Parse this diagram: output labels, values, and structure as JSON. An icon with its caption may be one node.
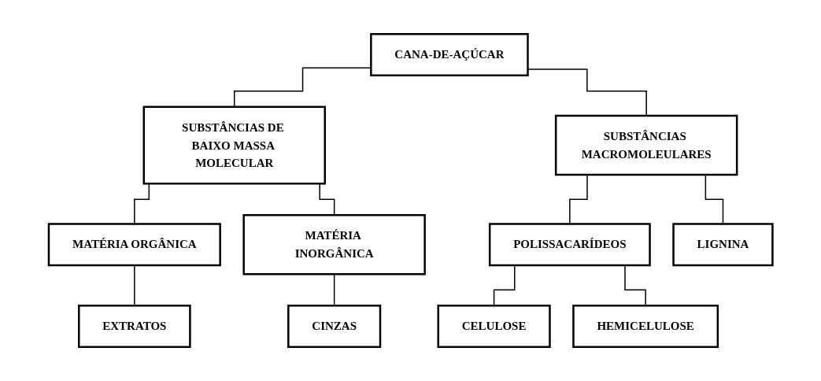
{
  "diagram": {
    "nodes": [
      {
        "text": [
          "CANA-DE-AÇÚCAR"
        ]
      },
      {
        "text": [
          "SUBSTÂNCIAS DE BAIXO MASSA MOLECULAR"
        ]
      },
      {
        "text": [
          "SUBSTÂNCIAS MACROMOLEULARES"
        ]
      },
      {
        "text": [
          "MATÉRIA ORGÂNICA"
        ]
      },
      {
        "text": [
          "MATÉRIA INORGÂNICA"
        ]
      },
      {
        "text": [
          "POLISSACARÍDEOS"
        ]
      },
      {
        "text": [
          "LIGNINA"
        ]
      },
      {
        "text": [
          "EXTRATOS"
        ]
      },
      {
        "text": [
          "CINZAS"
        ]
      },
      {
        "text": [
          "CELULOSE"
        ]
      },
      {
        "text": [
          "HEMICELULOSE"
        ]
      }
    ],
    "edges": [
      {
        "from": 0,
        "to": 1,
        "arrow": "none"
      },
      {
        "from": 0,
        "to": 2,
        "arrow": "none"
      },
      {
        "from": 1,
        "to": 3,
        "arrow": "none"
      },
      {
        "from": 1,
        "to": 4,
        "arrow": "none"
      },
      {
        "from": 2,
        "to": 5,
        "arrow": "none"
      },
      {
        "from": 2,
        "to": 6,
        "arrow": "none"
      },
      {
        "from": 3,
        "to": 7,
        "arrow": "none"
      },
      {
        "from": 4,
        "to": 8,
        "arrow": "none"
      },
      {
        "from": 5,
        "to": 9,
        "arrow": "none"
      },
      {
        "from": 5,
        "to": 10,
        "arrow": "none"
      }
    ]
  }
}
